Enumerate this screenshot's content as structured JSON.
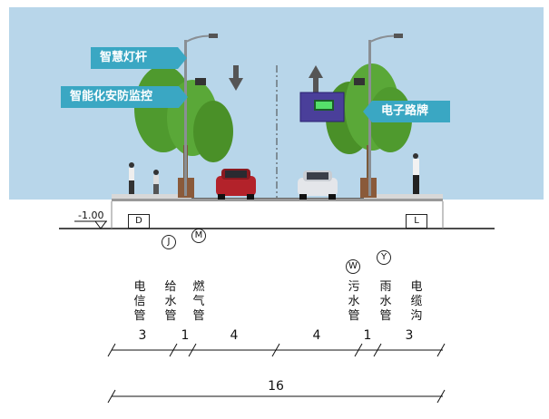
{
  "callouts": {
    "smart_pole": "智慧灯杆",
    "security": "智能化安防监控",
    "road_sign": "电子路牌"
  },
  "elevation": "-1.00",
  "boxes": {
    "left": "D",
    "right": "L"
  },
  "pipe_codes": {
    "J": "J",
    "M": "M",
    "W": "W",
    "Y": "Y"
  },
  "pipes": {
    "telecom": "电信管",
    "water_supply": "给水管",
    "gas": "燃气管",
    "sewage": "污水管",
    "rain": "雨水管",
    "cable": "电缆沟"
  },
  "dimensions": {
    "segments": [
      "3",
      "1",
      "4",
      "4",
      "1",
      "3"
    ],
    "total": "16"
  },
  "colors": {
    "sky": "#b8d6ea",
    "callout": "#3aa7c3",
    "sign": "#4a3f9a",
    "car_red": "#b3222a",
    "tree": "#4f9a2e"
  }
}
